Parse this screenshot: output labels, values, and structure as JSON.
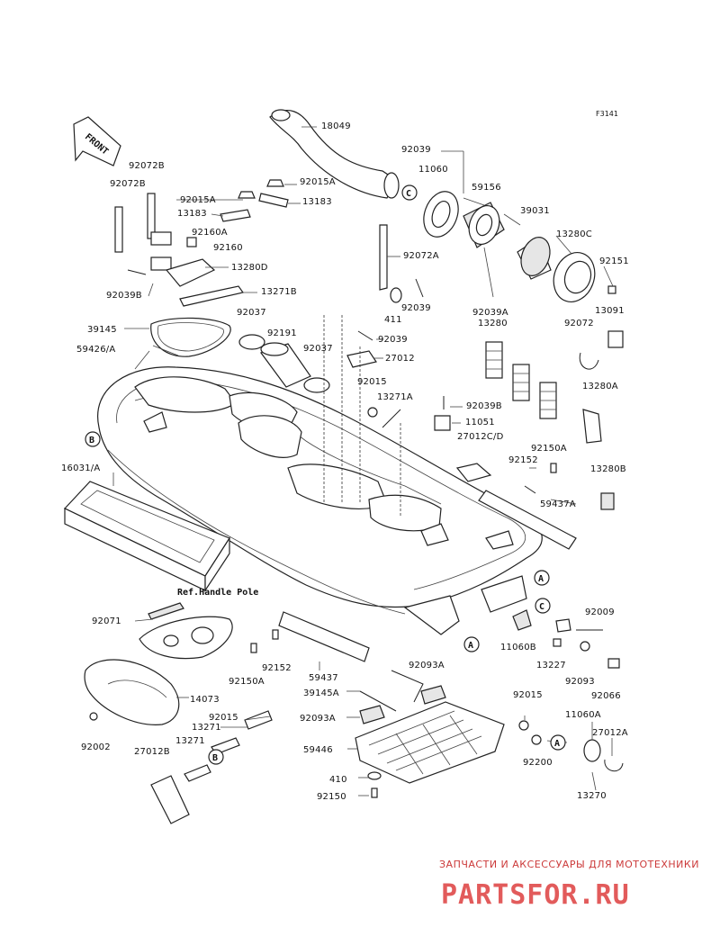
{
  "figure_code": "F3141",
  "front_label": "FRONT",
  "ref_note": "Ref.Handle Pole",
  "watermark": {
    "line1": "ЗАПЧАСТИ И АКСЕССУАРЫ ДЛЯ МОТОТЕХНИКИ",
    "line2": "PARTSFOR.RU"
  },
  "callouts": {
    "C": "C",
    "B": "B",
    "A": "A"
  },
  "parts": [
    "18049",
    "92039",
    "11060",
    "59156",
    "39031",
    "13280C",
    "92151",
    "13091",
    "92015A",
    "13183",
    "92072A",
    "92039A",
    "13280",
    "92072",
    "13280A",
    "92072B",
    "92160A",
    "92160",
    "13280D",
    "13271B",
    "92039B",
    "39145",
    "92037",
    "92191",
    "411",
    "27012",
    "59426/A",
    "92015",
    "13271A",
    "11051",
    "27012C/D",
    "92150A",
    "92152",
    "13280B",
    "59437A",
    "16031/A",
    "92009",
    "11060B",
    "13227",
    "92093",
    "92066",
    "92071",
    "14073",
    "59437",
    "92093A",
    "39145A",
    "59446",
    "92002",
    "27012B",
    "13271",
    "410",
    "92150",
    "92200",
    "11060A",
    "27012A",
    "13270"
  ]
}
